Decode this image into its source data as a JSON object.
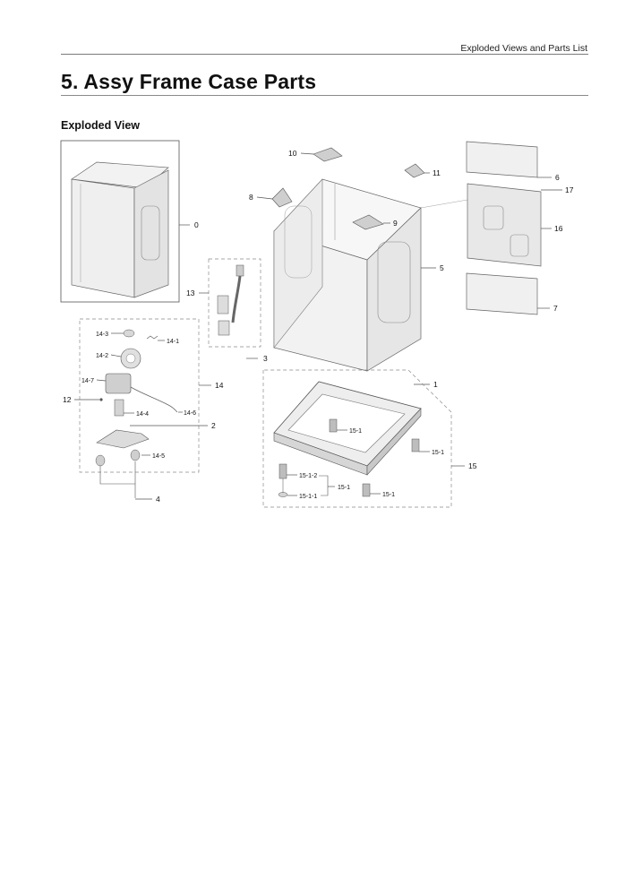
{
  "header": {
    "text": "Exploded Views and Parts List"
  },
  "page_title": "5.  Assy Frame Case Parts",
  "section_heading": "Exploded View",
  "callouts": {
    "c0": "0",
    "c1": "1",
    "c2": "2",
    "c3": "3",
    "c4": "4",
    "c5": "5",
    "c6": "6",
    "c7": "7",
    "c8": "8",
    "c9": "9",
    "c10": "10",
    "c11": "11",
    "c12": "12",
    "c13": "13",
    "c14": "14",
    "c15": "15",
    "c16": "16",
    "c17": "17",
    "c14_1": "14-1",
    "c14_2": "14-2",
    "c14_3": "14-3",
    "c14_4": "14-4",
    "c14_5": "14-5",
    "c14_6": "14-6",
    "c14_7": "14-7",
    "c15_1": "15-1",
    "c15_1_1": "15-1-1",
    "c15_1_2": "15-1-2"
  },
  "colors": {
    "line": "#555555",
    "dash": "#8a8a8a",
    "fill_light": "#f2f2f2",
    "fill_mid": "#e4e4e4",
    "fill_dark": "#cfcfcf"
  }
}
